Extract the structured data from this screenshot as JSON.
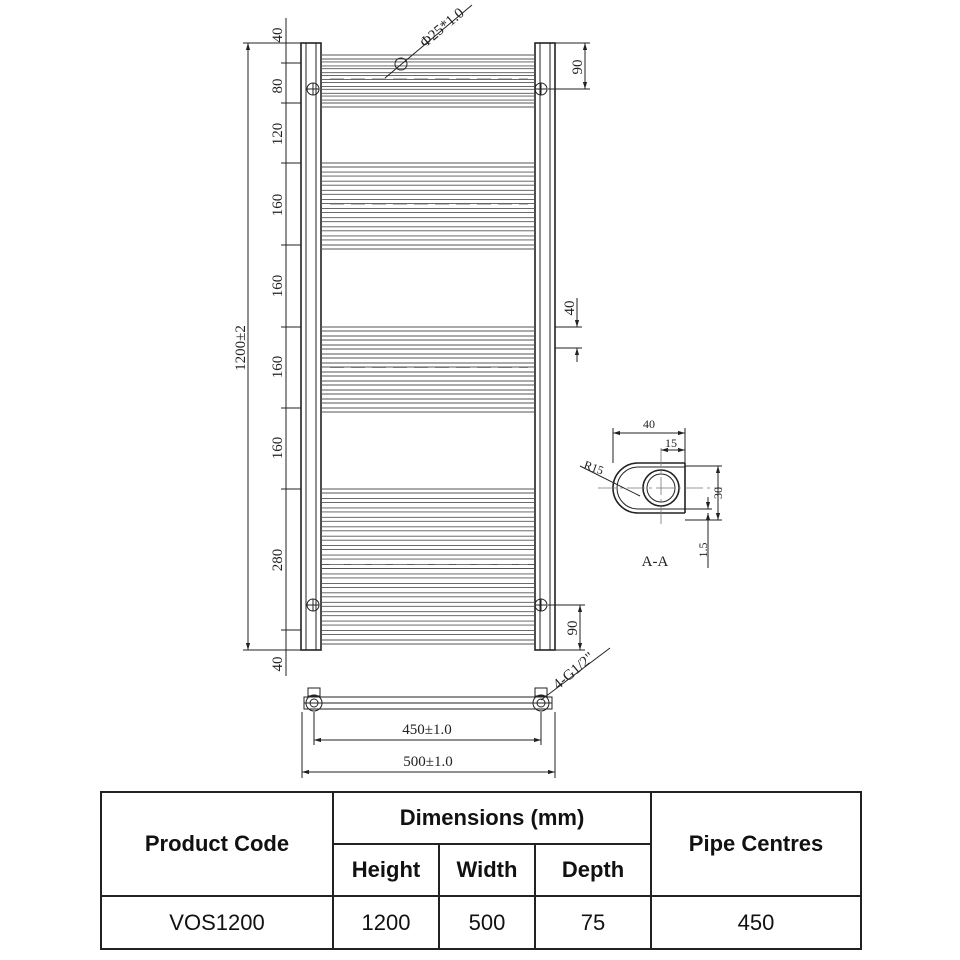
{
  "drawing": {
    "tube_label": "Φ25*1.0",
    "left_dims": [
      "40",
      "80",
      "120",
      "160",
      "160",
      "160",
      "160",
      "280",
      "40"
    ],
    "overall_height": "1200±2",
    "right_dims": {
      "top_bracket": "90",
      "gap": "40",
      "bottom_bracket": "90"
    },
    "connection_label": "4-G1/2\"",
    "pipe_centres_dim": "450±1.0",
    "overall_width_dim": "500±1.0",
    "section": {
      "label": "A-A",
      "width": "40",
      "offset": "15",
      "height": "30",
      "wall": "1.5",
      "radius": "R15"
    }
  },
  "table": {
    "headers": {
      "product_code": "Product Code",
      "dimensions": "Dimensions (mm)",
      "height": "Height",
      "width": "Width",
      "depth": "Depth",
      "pipe_centres": "Pipe Centres"
    },
    "row": {
      "product_code": "VOS1200",
      "height": "1200",
      "width": "500",
      "depth": "75",
      "pipe_centres": "450"
    }
  }
}
